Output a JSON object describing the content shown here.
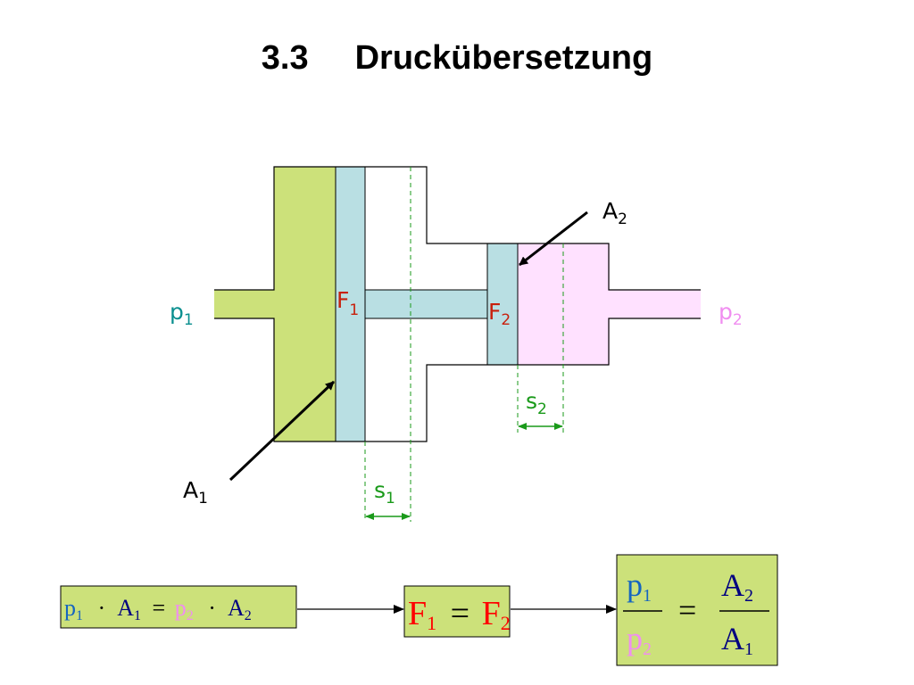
{
  "title": {
    "number": "3.3",
    "text": "Druckübersetzung"
  },
  "colors": {
    "chamber1": "#cce17a",
    "piston": "#b9dfe3",
    "chamber2": "#ffe1ff",
    "pressure1": "#0a8f8f",
    "pressure2": "#f08ef0",
    "force": "#c8200c",
    "stroke": "#1a9a1a",
    "formula_box": "#cce17a",
    "dark_blue": "#000080",
    "outline": "#000000"
  },
  "labels": {
    "p1": {
      "main": "p",
      "sub": "1"
    },
    "p2": {
      "main": "p",
      "sub": "2"
    },
    "F1": {
      "main": "F",
      "sub": "1"
    },
    "F2": {
      "main": "F",
      "sub": "2"
    },
    "A1": {
      "main": "A",
      "sub": "1"
    },
    "A2": {
      "main": "A",
      "sub": "2"
    },
    "s1": {
      "main": "s",
      "sub": "1"
    },
    "s2": {
      "main": "s",
      "sub": "2"
    }
  },
  "formulas": {
    "eq1": {
      "p1": "p",
      "p1_sub": "1",
      "dot": "·",
      "A1": "A",
      "A1_sub": "1",
      "eq": "=",
      "p2": "p",
      "p2_sub": "2",
      "A2": "A",
      "A2_sub": "2"
    },
    "eq2": {
      "F1": "F",
      "F1_sub": "1",
      "eq": "=",
      "F2": "F",
      "F2_sub": "2"
    },
    "eq3": {
      "p1": "p",
      "p1_sub": "1",
      "p2": "p",
      "p2_sub": "2",
      "eq": "=",
      "A2": "A",
      "A2_sub": "2",
      "A1": "A",
      "A1_sub": "1"
    }
  }
}
